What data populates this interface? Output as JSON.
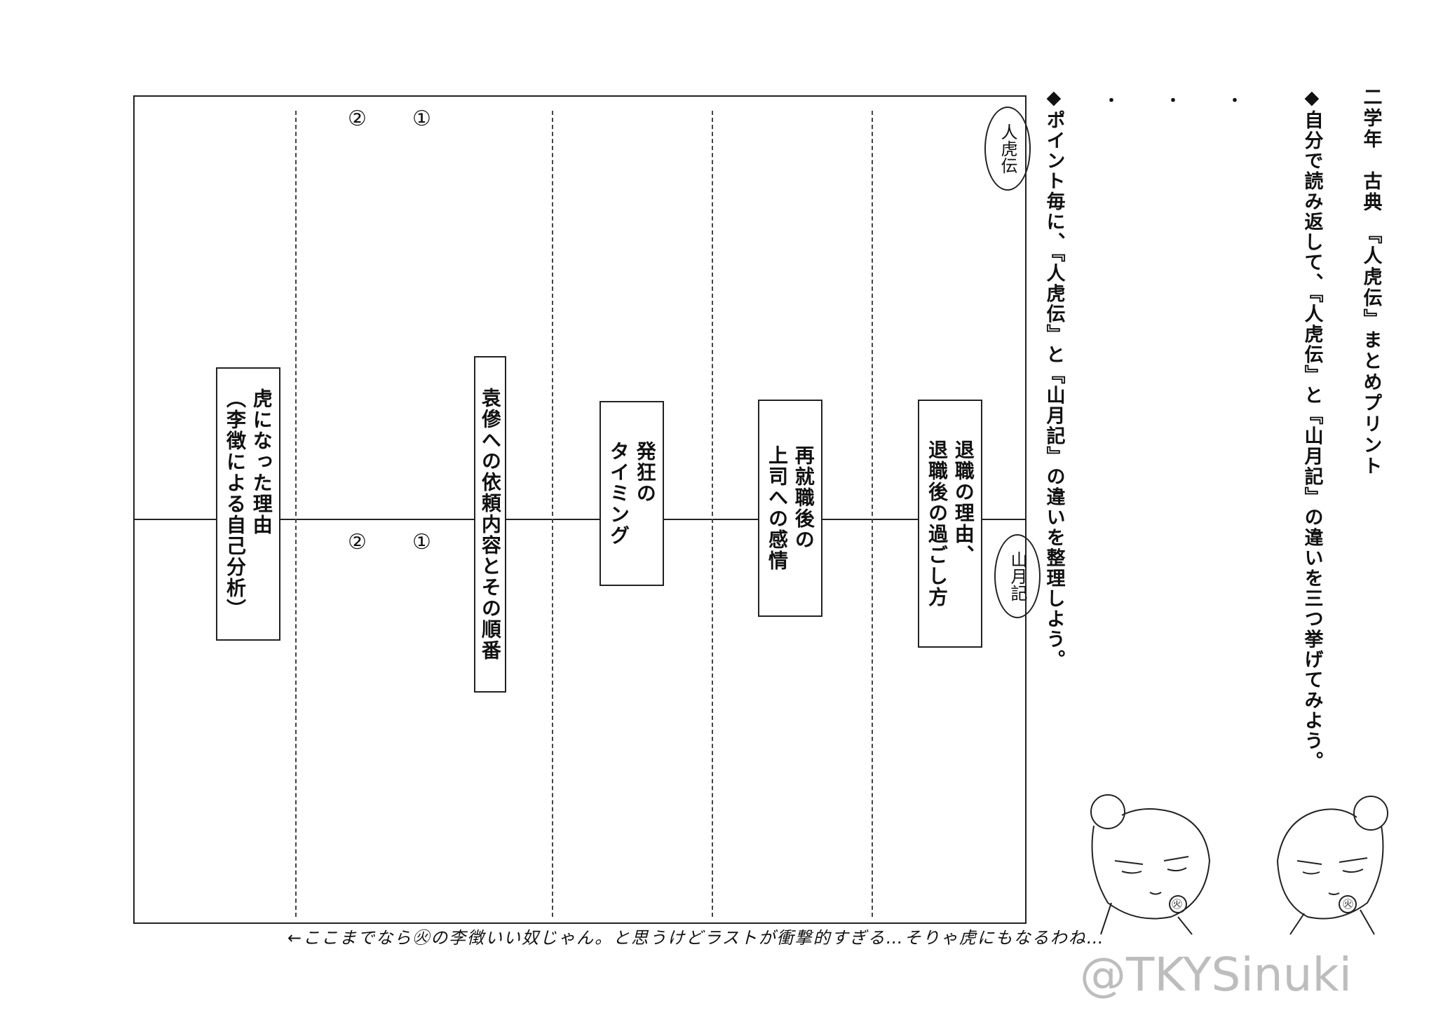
{
  "title": "二学年　古典　『人虎伝』まとめプリント",
  "instruction1": "◆自分で読み返して、『人虎伝』と『山月記』の違いを三つ挙げてみよう。",
  "instruction1_dots": [
    "・",
    "・",
    "・"
  ],
  "instruction2": "◆ポイント毎に、『人虎伝』と『山月記』の違いを整理しよう。",
  "labels": {
    "top": "人虎伝",
    "bottom": "山月記"
  },
  "columns": [
    {
      "label": "退職の理由、\n退職後の過ごし方"
    },
    {
      "label": "再就職後の\n上司への感情"
    },
    {
      "label": "発狂の\nタイミング"
    },
    {
      "label": "袁傪への依頼内容とその順番"
    },
    {
      "label": "虎になった理由\n（李徴による自己分析）"
    }
  ],
  "request_numbers": {
    "first": "①",
    "second": "②"
  },
  "handwritten_note": "←ここまでなら㊋の李徴いい奴じゃん。と思うけどラストが衝撃的すぎる…そりゃ虎にもなるわね…",
  "character_badge": "㊋",
  "watermark": "@TKYSinuki"
}
